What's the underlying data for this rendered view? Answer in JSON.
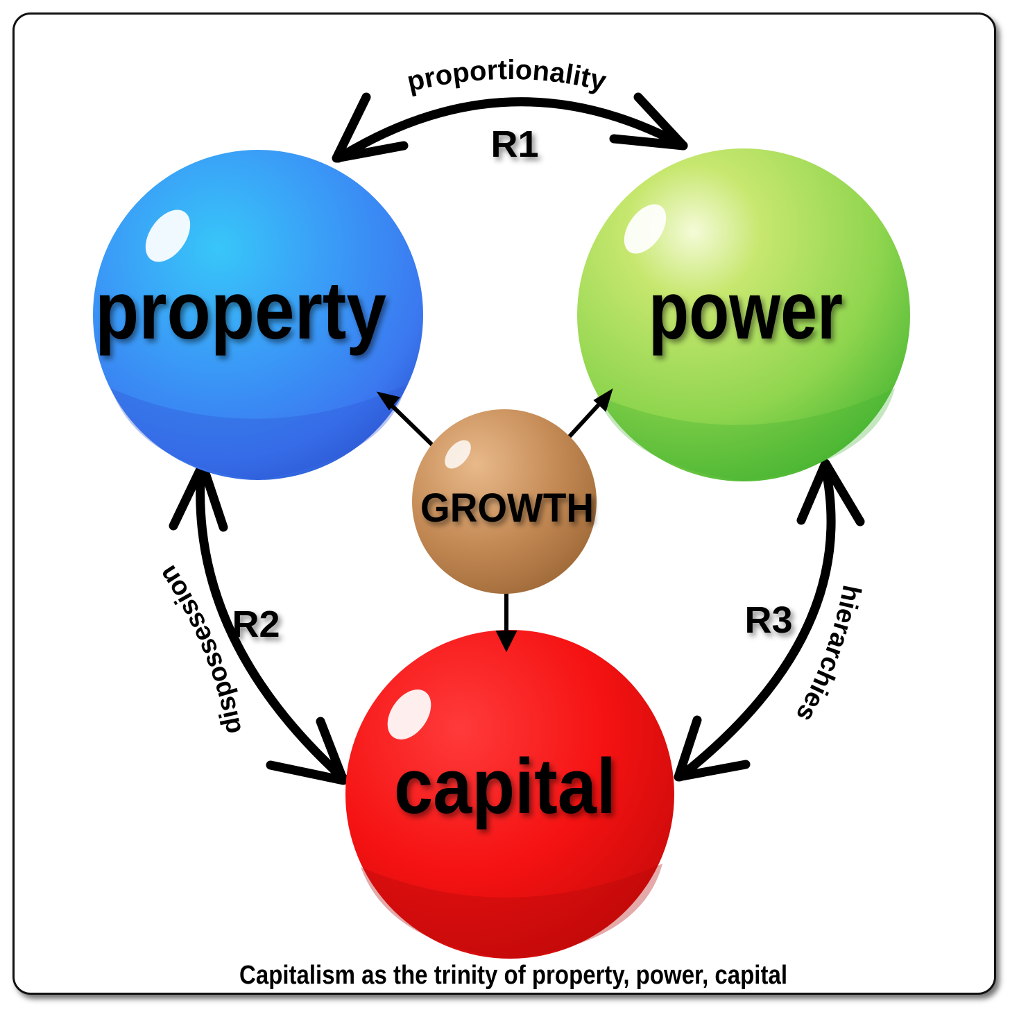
{
  "nodes": {
    "property": {
      "label": "property",
      "color": "#3a8cf5"
    },
    "power": {
      "label": "power",
      "color": "#86d24a"
    },
    "capital": {
      "label": "capital",
      "color": "#ee1111"
    },
    "growth": {
      "label": "GROWTH",
      "color": "#c28a52"
    }
  },
  "relations": {
    "r1": {
      "code": "R1",
      "name": "proportionality"
    },
    "r2": {
      "code": "R2",
      "name": "dispossession"
    },
    "r3": {
      "code": "R3",
      "name": "hierarchies"
    }
  },
  "caption": "Capitalism as the trinity of property, power, capital"
}
